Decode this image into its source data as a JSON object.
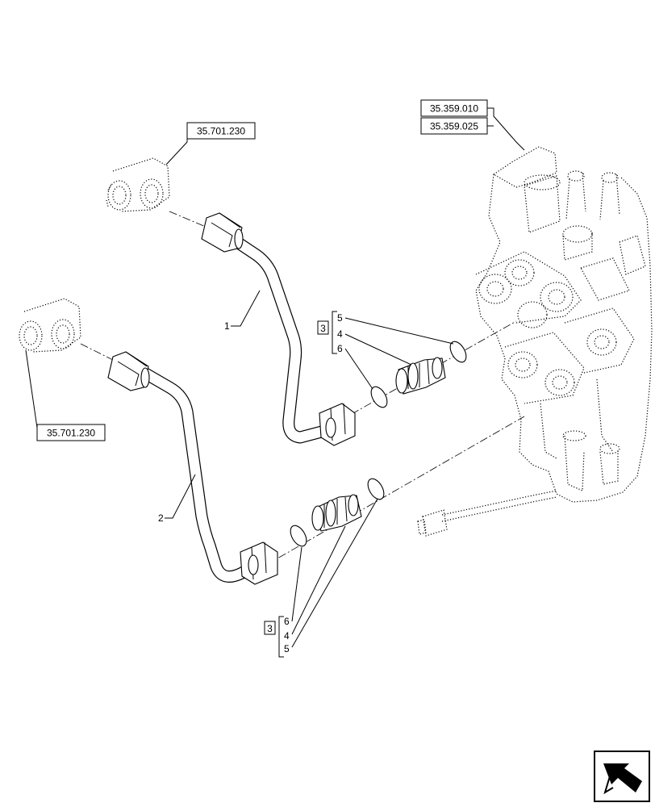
{
  "references": {
    "valve_ref_1": "35.359.010",
    "valve_ref_2": "35.359.025",
    "fitting_ref_top": "35.701.230",
    "fitting_ref_left": "35.701.230"
  },
  "callouts": {
    "pipe_1": "1",
    "pipe_2": "2",
    "kit_upper": "3",
    "kit_lower": "3",
    "upper_items": [
      "5",
      "4",
      "6"
    ],
    "lower_items": [
      "6",
      "4",
      "5"
    ]
  },
  "icons": {
    "navigation": "arrow-icon"
  }
}
